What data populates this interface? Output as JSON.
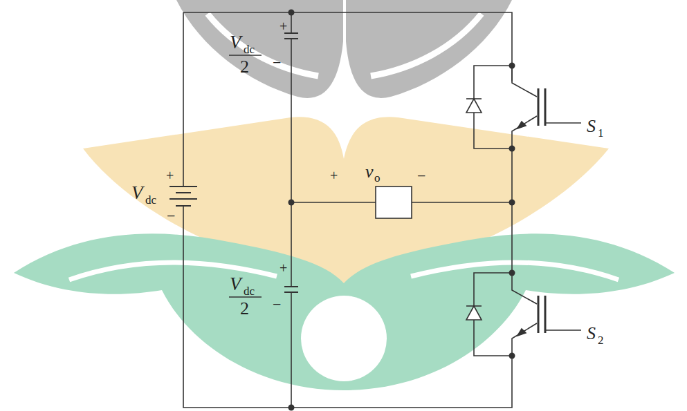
{
  "diagram": {
    "labels": [
      "+",
      "V",
      "dc",
      "2",
      "−",
      "+",
      "V",
      "dc",
      "−",
      "+",
      "v",
      "o",
      "−",
      "S",
      "1",
      "+",
      "V",
      "dc",
      "2",
      "−",
      "S",
      "2"
    ]
  }
}
